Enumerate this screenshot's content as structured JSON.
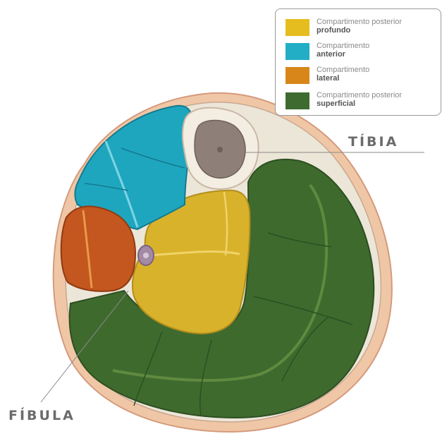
{
  "legend": {
    "items": [
      {
        "line1": "Compartimento posterior",
        "line2": "profundo",
        "color": "#e6bd1f"
      },
      {
        "line1": "Compartimento",
        "line2": "anterior",
        "color": "#22aec5"
      },
      {
        "line1": "Compartimento",
        "line2": "lateral",
        "color": "#d8861a"
      },
      {
        "line1": "Compartimento posterior",
        "line2": "superficial",
        "color": "#3e6b30"
      }
    ]
  },
  "labels": {
    "tibia": "TÍBIA",
    "fibula": "FÍBULA"
  },
  "colors": {
    "skin": "#f0c7a6",
    "fascia": "#ede7d9",
    "bone": "#8f7f79",
    "deep_posterior": "#d9b22b",
    "anterior": "#1fa6bf",
    "lateral": "#c4561f",
    "superficial": "#3f6a2e"
  }
}
